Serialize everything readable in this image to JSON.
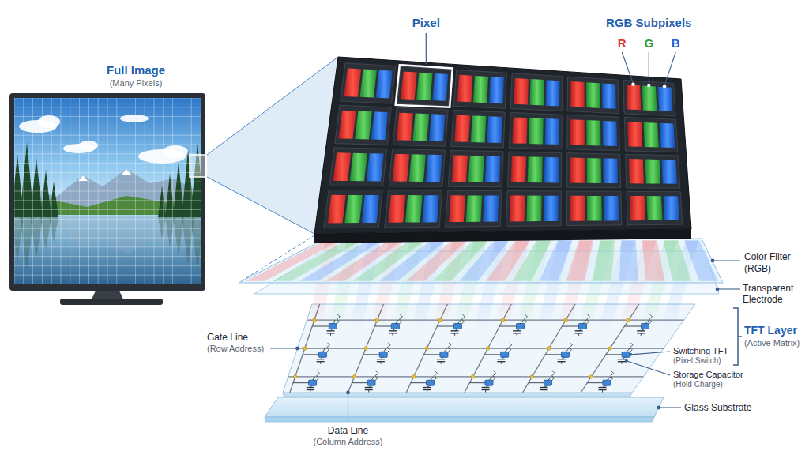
{
  "diagram": {
    "labels": [
      "Full Image",
      "(Many Pixels)",
      "Pixel",
      "RGB Subpixels",
      "R",
      "G",
      "B",
      "Color Filter",
      "(RGB)",
      "Transparent Electrode",
      "Gate Line",
      "(Row Address)",
      "TFT Layer",
      "(Active Matrix)",
      "Switching TFT",
      "(Pixel Switch)",
      "Storage Capacitor",
      "(Hold Charge)",
      "Glass Substrate",
      "Data Line",
      "(Column Address)"
    ]
  }
}
